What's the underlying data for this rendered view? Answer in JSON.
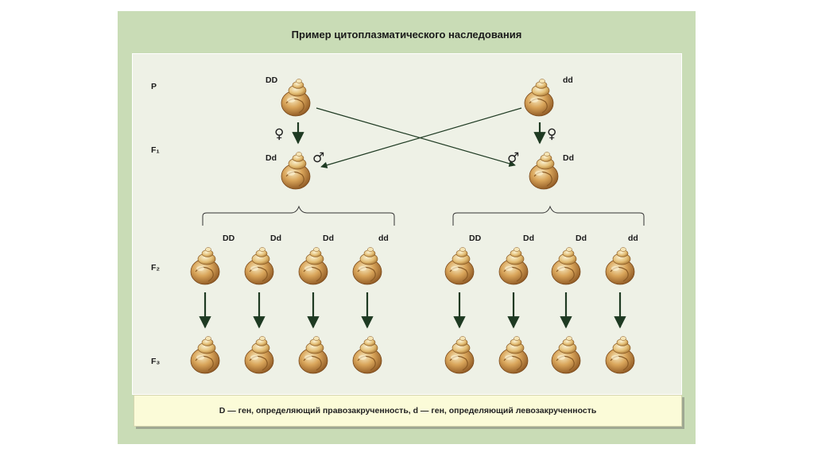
{
  "title": "Пример цитоплазматического наследования",
  "generations": {
    "p": "P",
    "f1": "F₁",
    "f2": "F₂",
    "f3": "F₃"
  },
  "parents": {
    "left_genotype": "DD",
    "right_genotype": "dd"
  },
  "f1": {
    "left_genotype": "Dd",
    "right_genotype": "Dd",
    "female_symbol": "♀",
    "male_symbol": "♂"
  },
  "f2_genotypes": [
    "DD",
    "Dd",
    "Dd",
    "dd",
    "DD",
    "Dd",
    "Dd",
    "dd"
  ],
  "legend": "D — ген, определяющий правозакрученность, d — ген, определяющий левозакрученность",
  "colors": {
    "frame": "#c9dcb6",
    "panel": "#eef1e6",
    "legend_bg": "#fbfbd8",
    "arrow": "#1e3a22",
    "shell_light": "#f3e2b0",
    "shell_dark": "#a06a2a"
  },
  "icons": {
    "snail": "snail-shell-icon",
    "female": "female-sign-icon",
    "male": "male-sign-icon"
  }
}
